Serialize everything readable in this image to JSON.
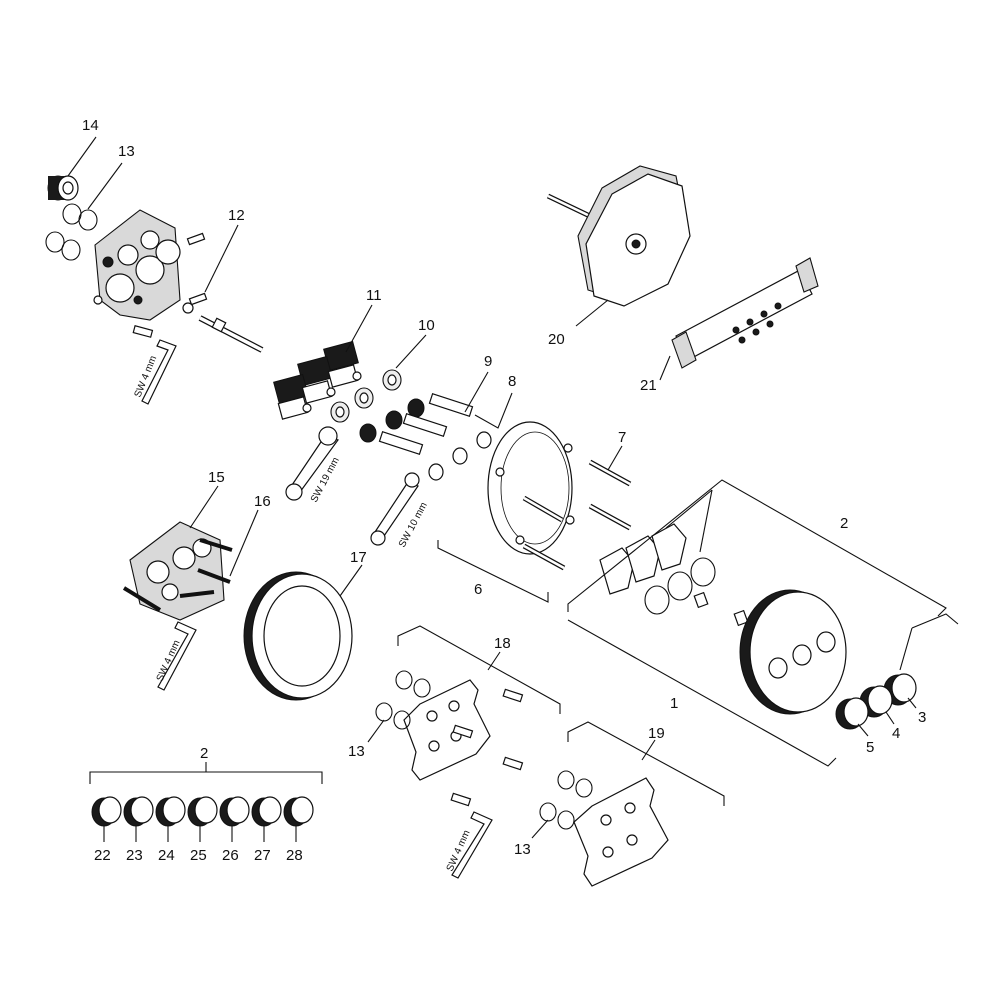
{
  "callouts": {
    "c14": "14",
    "c13a": "13",
    "c12": "12",
    "c11": "11",
    "c10": "10",
    "c9": "9",
    "c8": "8",
    "c7": "7",
    "c20": "20",
    "c21": "21",
    "c15": "15",
    "c16": "16",
    "c17": "17",
    "c6": "6",
    "c2a": "2",
    "c1": "1",
    "c3": "3",
    "c4": "4",
    "c5": "5",
    "c18": "18",
    "c13b": "13",
    "c19": "19",
    "c13c": "13",
    "c2b": "2",
    "c22": "22",
    "c23": "23",
    "c24": "24",
    "c25": "25",
    "c26": "26",
    "c27": "27",
    "c28": "28"
  },
  "wrench_labels": {
    "sw4_top": "SW 4 mm",
    "sw19": "SW 19 mm",
    "sw10": "SW 10 mm",
    "sw4_mid": "SW 4 mm",
    "sw4_bottom": "SW 4 mm"
  },
  "colors": {
    "line": "#111111",
    "fill_grey": "#d9d9d9",
    "background": "#ffffff"
  }
}
